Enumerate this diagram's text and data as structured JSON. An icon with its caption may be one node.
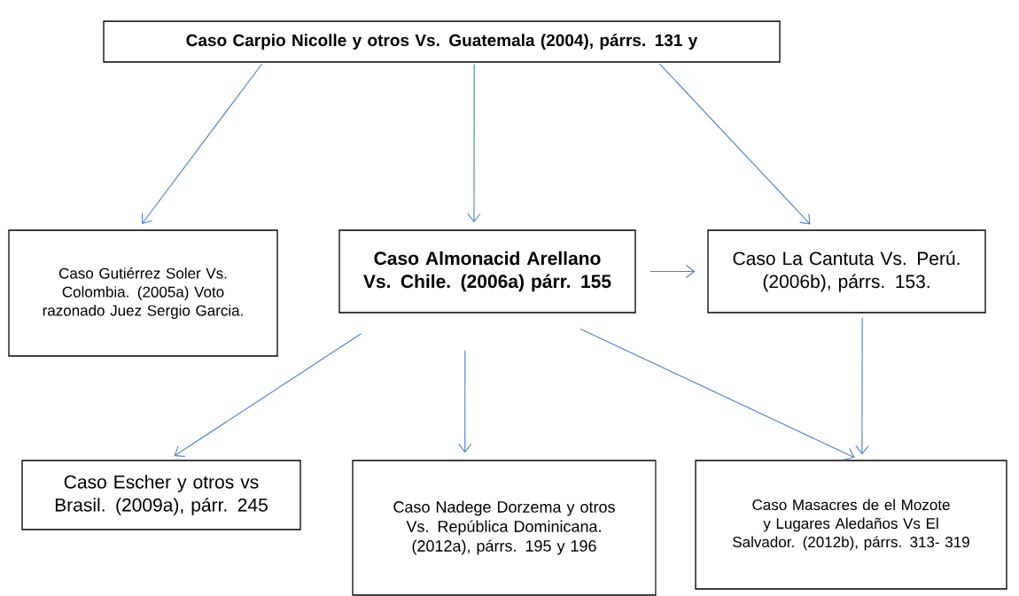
{
  "diagram": {
    "nodes": [
      {
        "text": [
          "Caso Carpio Nicolle y otros Vs. Guatemala (2004), párrs. 131 y"
        ]
      },
      {
        "text": [
          "Caso Gutiérrez Soler Vs. Colombia. (2005a) Voto razonado Juez Sergio Garcia."
        ]
      },
      {
        "text": [
          "Caso Almonacid Arellano Vs. Chile. (2006a) párr. 155"
        ]
      },
      {
        "text": [
          "Caso La Cantuta Vs. Perú. (2006b), párrs. 153."
        ]
      },
      {
        "text": [
          "Caso Escher y otros vs Brasil. (2009a), párr. 245"
        ]
      },
      {
        "text": [
          "Caso Nadege Dorzema y otros Vs. República Dominicana. (2012a), párrs. 195 y 196"
        ]
      },
      {
        "text": [
          "Caso Masacres de el Mozote y Lugares Aledaños Vs El Salvador. (2012b), párrs. 313- 319"
        ]
      }
    ],
    "edges": [
      {
        "from": 0,
        "to": 1,
        "arrow": "to"
      },
      {
        "from": 0,
        "to": 2,
        "arrow": "to"
      },
      {
        "from": 0,
        "to": 3,
        "arrow": "to"
      },
      {
        "from": 2,
        "to": 3,
        "arrow": "to"
      },
      {
        "from": 2,
        "to": 4,
        "arrow": "to"
      },
      {
        "from": 2,
        "to": 5,
        "arrow": "to"
      },
      {
        "from": 2,
        "to": 6,
        "arrow": "to"
      },
      {
        "from": 3,
        "to": 6,
        "arrow": "to"
      }
    ]
  }
}
